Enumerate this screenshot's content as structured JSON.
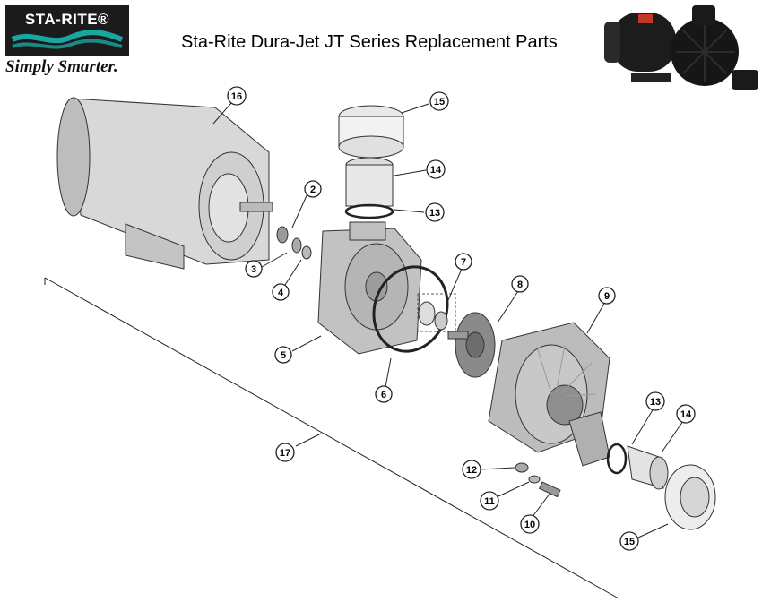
{
  "brand": {
    "logo_text": "STA-RITE®",
    "tagline": "Simply Smarter."
  },
  "title": "Sta-Rite Dura-Jet JT Series Replacement Parts",
  "colors": {
    "logo_bg": "#1b1b1b",
    "logo_wave_teal": "#1aa6a0",
    "part_gray": "#c9c9c9",
    "pump_black": "#1c1c1c"
  },
  "callouts": [
    {
      "id": "part-16",
      "label": "16"
    },
    {
      "id": "part-15-top",
      "label": "15"
    },
    {
      "id": "part-14-top",
      "label": "14"
    },
    {
      "id": "part-13-top",
      "label": "13"
    },
    {
      "id": "part-2",
      "label": "2"
    },
    {
      "id": "part-3",
      "label": "3"
    },
    {
      "id": "part-4",
      "label": "4"
    },
    {
      "id": "part-5",
      "label": "5"
    },
    {
      "id": "part-6",
      "label": "6"
    },
    {
      "id": "part-7",
      "label": "7"
    },
    {
      "id": "part-8",
      "label": "8"
    },
    {
      "id": "part-9",
      "label": "9"
    },
    {
      "id": "part-13-bottom",
      "label": "13"
    },
    {
      "id": "part-14-bottom",
      "label": "14"
    },
    {
      "id": "part-12",
      "label": "12"
    },
    {
      "id": "part-11",
      "label": "11"
    },
    {
      "id": "part-10",
      "label": "10"
    },
    {
      "id": "part-15-bottom",
      "label": "15"
    },
    {
      "id": "part-17",
      "label": "17"
    }
  ]
}
